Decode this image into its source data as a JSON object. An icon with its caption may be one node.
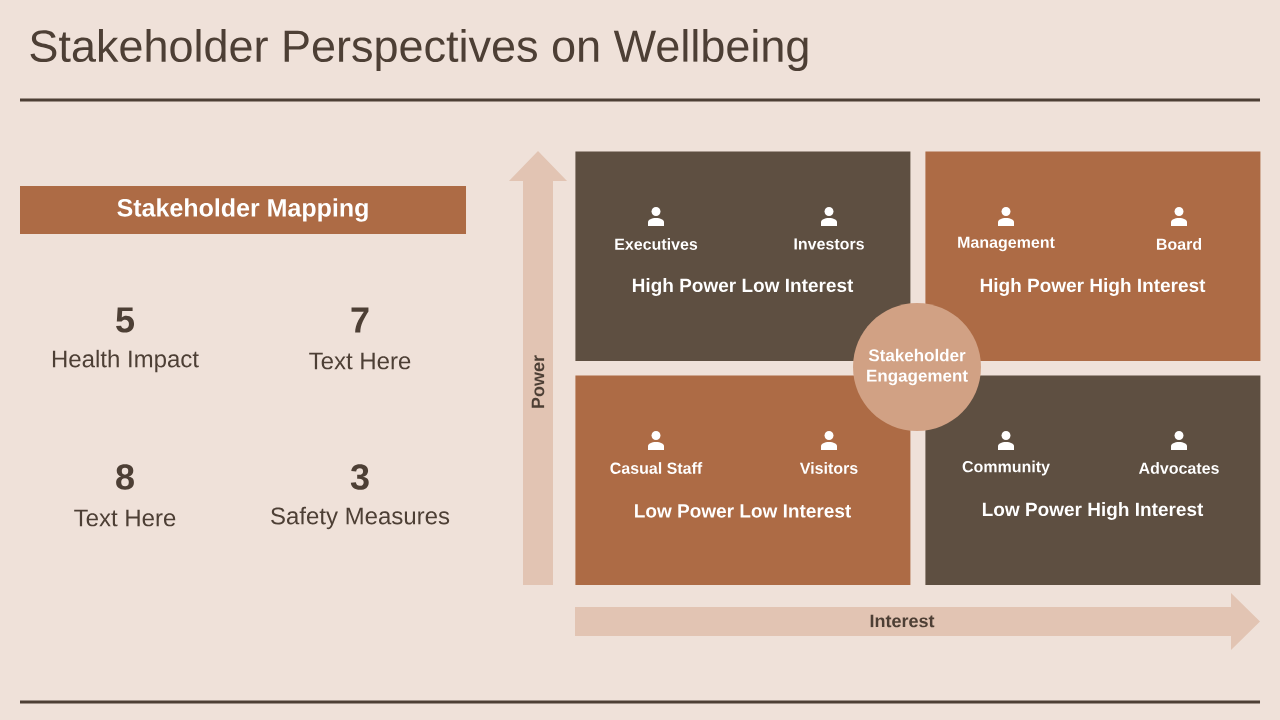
{
  "diagram": {
    "title": "Stakeholder Perspectives on Wellbeing",
    "nodes": [
      {
        "text": [
          "Stakeholder Mapping"
        ]
      },
      {
        "text": [
          "Power"
        ]
      },
      {
        "text": [
          "Executives",
          "Investors",
          "High Power Low Interest"
        ]
      },
      {
        "text": [
          "Management",
          "Board",
          "High Power High Interest"
        ]
      },
      {
        "text": [
          "Stakeholder Engagement"
        ]
      },
      {
        "text": [
          "Casual Staff",
          "Visitors",
          "Low Power Low Interest"
        ]
      },
      {
        "text": [
          "Community",
          "Advocates",
          "Low Power High Interest"
        ]
      },
      {
        "text": [
          "Interest"
        ]
      }
    ],
    "labels": [
      "5",
      "Health Impact",
      "7",
      "Text Here",
      "8",
      "Text Here",
      "3",
      "Safety Measures"
    ]
  }
}
